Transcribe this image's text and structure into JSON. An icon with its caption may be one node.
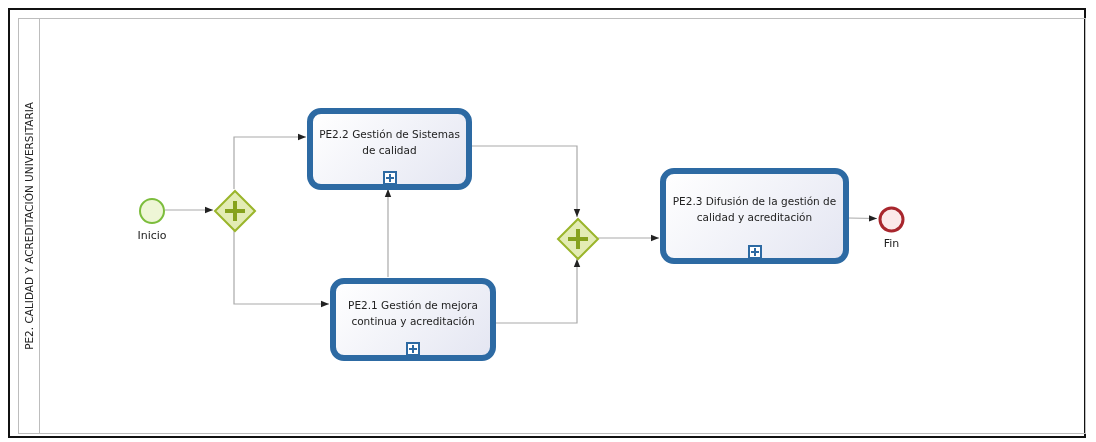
{
  "diagram": {
    "nodes": [
      {
        "text": [
          "PE2. CALIDAD Y ACREDITACIÓN UNIVERSITARIA"
        ]
      },
      {
        "text": [],
        "shape": "circle",
        "beside": [
          "Inicio"
        ],
        "in": 0
      },
      {
        "text": [],
        "shape": "diamond",
        "in": 0
      },
      {
        "text": [
          "PE2.2 Gestión de Sistemas de calidad"
        ],
        "in": 0
      },
      {
        "text": [
          "PE2.1 Gestión de mejora continua y acreditación"
        ],
        "in": 0
      },
      {
        "text": [],
        "shape": "diamond",
        "in": 0
      },
      {
        "text": [
          "PE2.3 Difusión de la gestión de calidad y acreditación"
        ],
        "in": 0
      },
      {
        "text": [],
        "shape": "circle",
        "beside": [
          "Fin"
        ],
        "in": 0
      }
    ],
    "edges": [
      {
        "from": 1,
        "to": 2,
        "arrow": "to"
      },
      {
        "from": 2,
        "to": 3,
        "arrow": "to"
      },
      {
        "from": 2,
        "to": 4,
        "arrow": "to"
      },
      {
        "from": 4,
        "to": 3,
        "arrow": "to"
      },
      {
        "from": 3,
        "to": 5,
        "arrow": "to"
      },
      {
        "from": 4,
        "to": 5,
        "arrow": "to"
      },
      {
        "from": 5,
        "to": 6,
        "arrow": "to"
      },
      {
        "from": 6,
        "to": 7,
        "arrow": "to"
      }
    ]
  }
}
